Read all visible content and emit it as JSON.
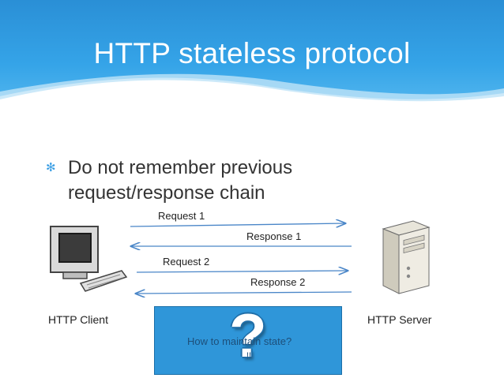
{
  "slide": {
    "title": "HTTP stateless protocol",
    "bullet": "Do not remember previous request/response chain",
    "bullet_icon": "asterisk-icon"
  },
  "diagram": {
    "nodes": [
      {
        "id": "client",
        "label": "HTTP Client",
        "icon": "desktop-computer-icon"
      },
      {
        "id": "server",
        "label": "HTTP Server",
        "icon": "server-tower-icon"
      }
    ],
    "messages": [
      {
        "label": "Request 1",
        "from": "client",
        "to": "server"
      },
      {
        "label": "Response 1",
        "from": "server",
        "to": "client"
      },
      {
        "label": "Request 2",
        "from": "client",
        "to": "server"
      },
      {
        "label": "Response 2",
        "from": "server",
        "to": "client"
      }
    ],
    "state_box": {
      "text": "How to maintain state?",
      "sub_text": "!!",
      "symbol": "?",
      "color": "#2f96d9"
    }
  },
  "colors": {
    "header": "#35a4e8",
    "arrow": "#4a86c8",
    "bullet": "#3a9ee4"
  }
}
